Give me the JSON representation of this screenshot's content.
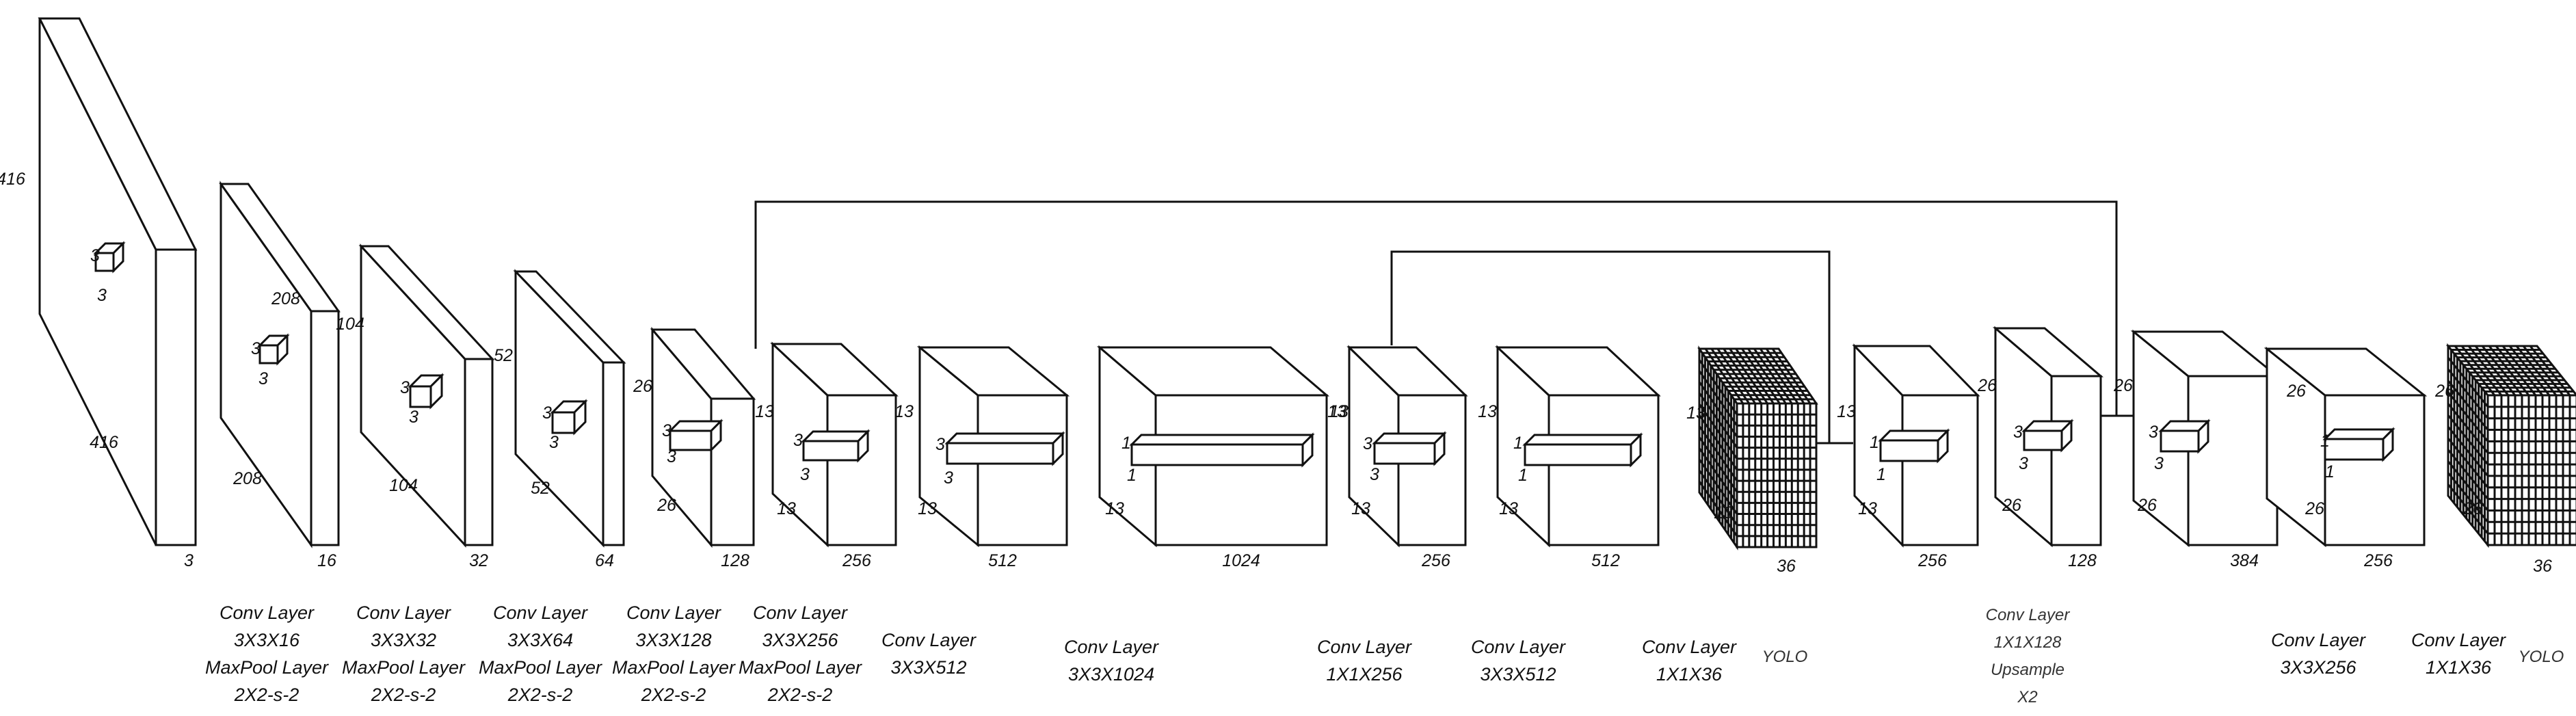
{
  "blocks": [
    {
      "id": "input",
      "h": "416",
      "w": "416",
      "d": "3",
      "k1": "3",
      "k2": "3"
    },
    {
      "id": "l1",
      "h": "208",
      "w": "208",
      "d": "16",
      "k1": "3",
      "k2": "3"
    },
    {
      "id": "l2",
      "h": "104",
      "w": "104",
      "d": "32",
      "k1": "3",
      "k2": "3"
    },
    {
      "id": "l3",
      "h": "52",
      "w": "52",
      "d": "64",
      "k1": "3",
      "k2": "3"
    },
    {
      "id": "l4",
      "h": "26",
      "w": "26",
      "d": "128",
      "k1": "3",
      "k2": "3"
    },
    {
      "id": "l5",
      "h": "13",
      "w": "13",
      "d": "256",
      "k1": "3",
      "k2": "3"
    },
    {
      "id": "l6",
      "h": "13",
      "w": "13",
      "d": "512",
      "k1": "3",
      "k2": "3"
    },
    {
      "id": "l7",
      "h": "13",
      "w": "13",
      "d": "1024",
      "k1": "1",
      "k2": "1"
    },
    {
      "id": "l8",
      "h": "13",
      "w": "13",
      "d": "256",
      "k1": "3",
      "k2": "3"
    },
    {
      "id": "l9",
      "h": "13",
      "w": "13",
      "d": "512",
      "k1": "1",
      "k2": "1"
    },
    {
      "id": "yolo1",
      "h": "13",
      "w": "13",
      "d": "36"
    },
    {
      "id": "l10",
      "h": "13",
      "w": "13",
      "d": "256",
      "k1": "1",
      "k2": "1"
    },
    {
      "id": "l11",
      "h": "26",
      "w": "26",
      "d": "128",
      "k1": "3",
      "k2": "3"
    },
    {
      "id": "l12",
      "h": "26",
      "w": "26",
      "d": "384",
      "k1": "3",
      "k2": "3"
    },
    {
      "id": "l13",
      "h": "26",
      "w": "26",
      "d": "256",
      "k1": "1",
      "k2": "1"
    },
    {
      "id": "yolo2",
      "h": "26",
      "w": "26",
      "d": "36"
    }
  ],
  "captions": [
    {
      "lines": [
        "Conv Layer",
        "3X3X16",
        "MaxPool Layer",
        "2X2-s-2"
      ]
    },
    {
      "lines": [
        "Conv Layer",
        "3X3X32",
        "MaxPool Layer",
        "2X2-s-2"
      ]
    },
    {
      "lines": [
        "Conv Layer",
        "3X3X64",
        "MaxPool Layer",
        "2X2-s-2"
      ]
    },
    {
      "lines": [
        "Conv Layer",
        "3X3X128",
        "MaxPool Layer",
        "2X2-s-2"
      ]
    },
    {
      "lines": [
        "Conv Layer",
        "3X3X256",
        "MaxPool Layer",
        "2X2-s-2"
      ]
    },
    {
      "lines": [
        "Conv Layer",
        "3X3X512"
      ]
    },
    {
      "lines": [
        "Conv Layer",
        "3X3X1024"
      ]
    },
    {
      "lines": [
        "Conv Layer",
        "1X1X256"
      ]
    },
    {
      "lines": [
        "Conv Layer",
        "3X3X512"
      ]
    },
    {
      "lines": [
        "Conv Layer",
        "1X1X36"
      ]
    },
    {
      "lines": [
        "YOLO"
      ]
    },
    {
      "lines": [
        "Conv Layer",
        "1X1X128",
        "Upsample",
        "X2"
      ]
    },
    {
      "lines": [
        "Conv Layer",
        "3X3X256"
      ]
    },
    {
      "lines": [
        "Conv Layer",
        "1X1X36"
      ]
    },
    {
      "lines": [
        "YOLO"
      ]
    }
  ]
}
